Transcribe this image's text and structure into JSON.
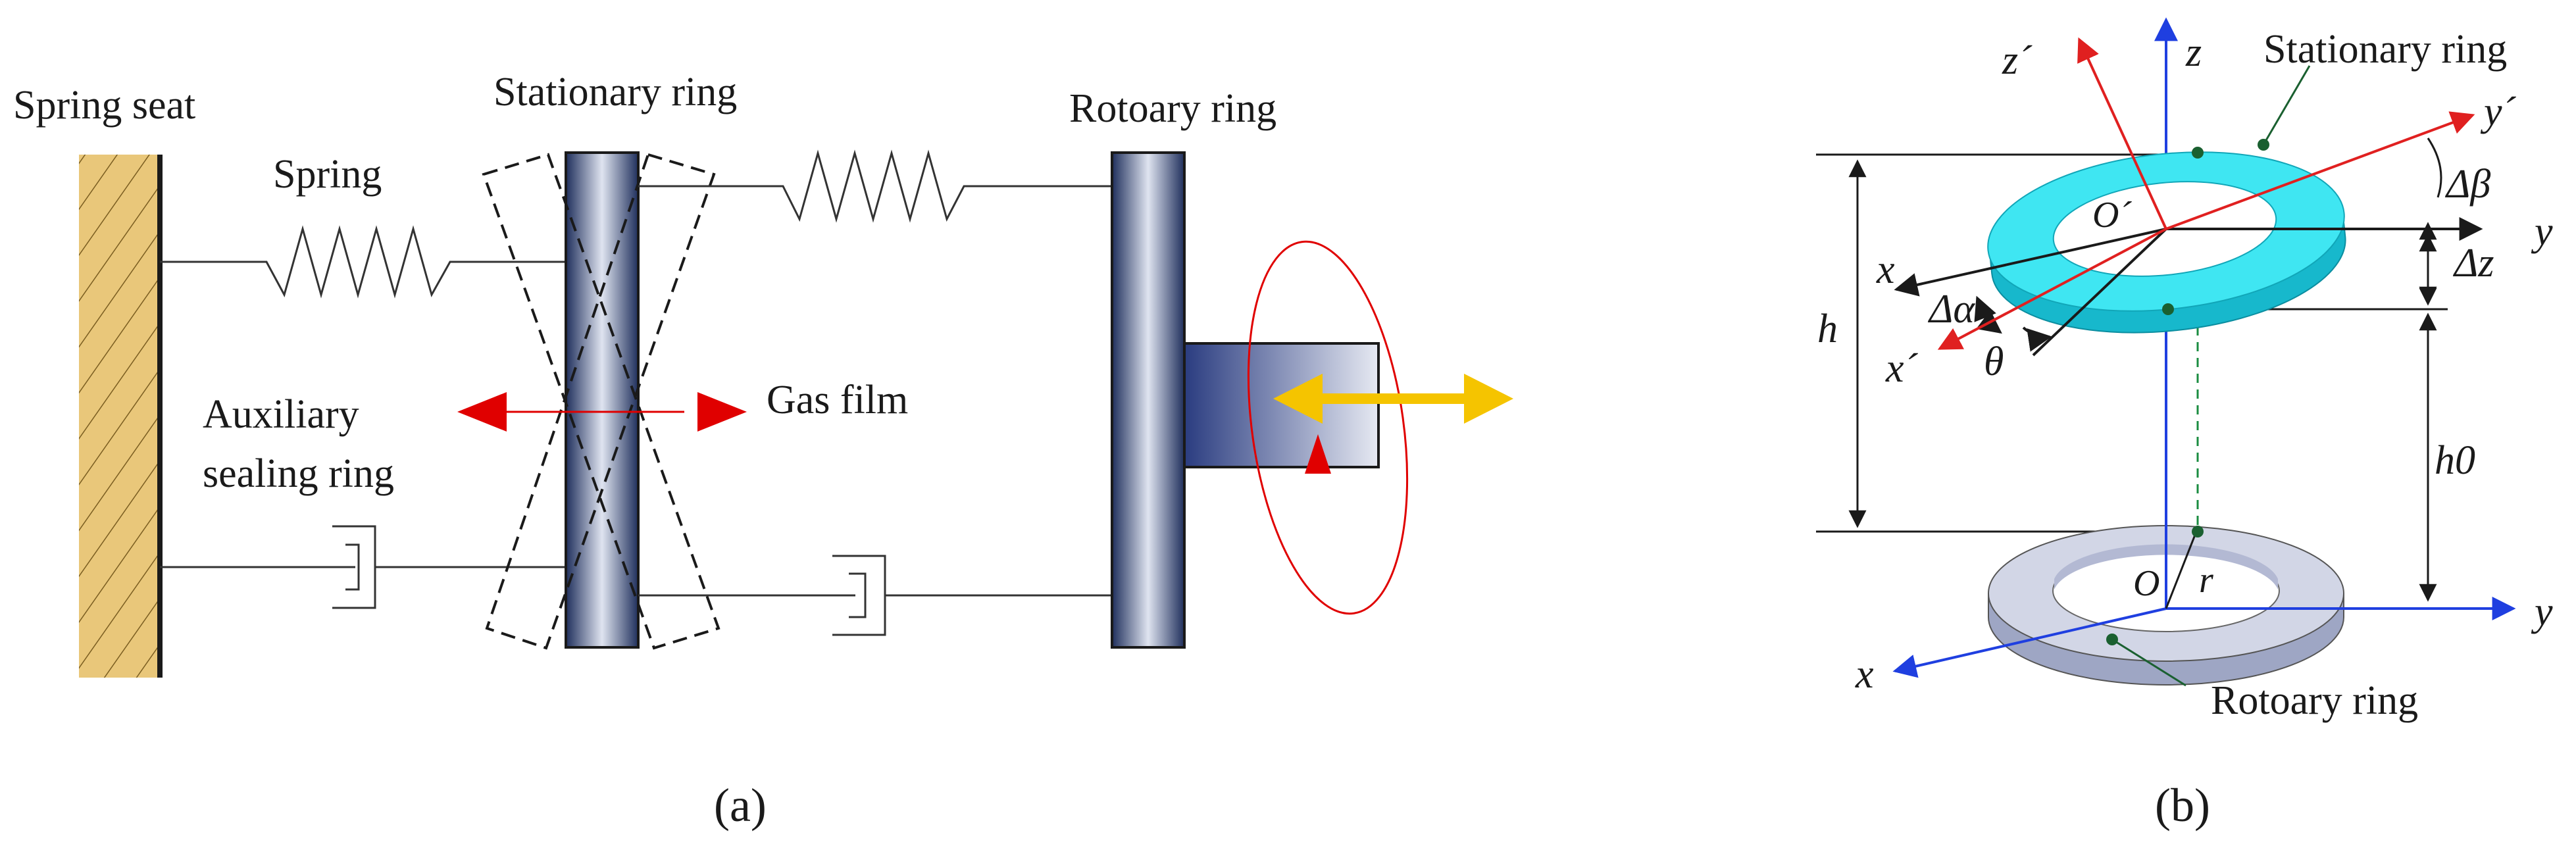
{
  "panel_a": {
    "labels": {
      "spring_seat": "Spring seat",
      "spring": "Spring",
      "stationary_ring": "Stationary ring",
      "rotoary_ring": "Rotoary ring",
      "auxiliary_line1": "Auxiliary",
      "auxiliary_line2": "sealing ring",
      "gas_film": "Gas film"
    },
    "caption": "(a)",
    "colors": {
      "seat": "#e8c878",
      "ring": "#2c3e6b",
      "red": "#e00000",
      "yellow": "#f5c400"
    }
  },
  "panel_b": {
    "labels": {
      "stationary_ring": "Stationary ring",
      "rotoary_ring": "Rotoary ring",
      "z_prime": "z´",
      "z": "z",
      "y_prime": "y´",
      "y_upper": "y",
      "x_upper": "x",
      "x_prime": "x´",
      "o_prime": "O´",
      "delta_beta": "Δβ",
      "delta_z": "Δz",
      "delta_alpha": "Δα",
      "theta": "θ",
      "h": "h",
      "h0": "h0",
      "o": "O",
      "r": "r",
      "x_lower": "x",
      "y_lower": "y"
    },
    "caption": "(b)",
    "colors": {
      "cyan_ring": "#3fe6f2",
      "grey_ring": "#c8cde0",
      "blue_axis": "#1f3fe0",
      "red_axis": "#e02020"
    }
  }
}
